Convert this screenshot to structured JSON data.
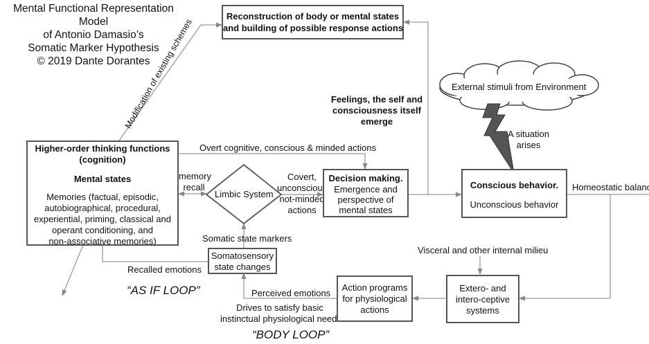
{
  "title": {
    "line1": "Mental Functional Representation Model",
    "line2": "of Antonio Damasio’s",
    "line3": "Somatic Marker Hypothesis",
    "line4": "© 2019 Dante Dorantes"
  },
  "nodes": {
    "reconstruction": {
      "line1": "Reconstruction of body or mental states",
      "line2": "and building of possible response actions"
    },
    "higher_order": {
      "title1": "Higher-order thinking functions",
      "title2": "(cognition)",
      "subtitle": "Mental states",
      "body1": "Memories (factual, episodic,",
      "body2": "autobiographical, procedural,",
      "body3": "experiential, priming, classical and",
      "body4": "operant conditioning, and",
      "body5": "non-associative memories)"
    },
    "limbic": {
      "label": "Limbic System"
    },
    "decision": {
      "title": "Decision making.",
      "body1": "Emergence and",
      "body2": "perspective of",
      "body3": "mental states"
    },
    "conscious": {
      "title": "Conscious behavior.",
      "body": "Unconscious behavior"
    },
    "somatosensory": {
      "line1": "Somatosensory",
      "line2": "state changes"
    },
    "action_programs": {
      "line1": "Action programs",
      "line2": "for physiological",
      "line3": "actions"
    },
    "extero": {
      "line1": "Extero- and",
      "line2": "intero-ceptive",
      "line3": "systems"
    },
    "cloud": {
      "label": "External stimuli from Environment"
    }
  },
  "labels": {
    "modification": "Modification of existing schemes",
    "feelings1": "Feelings, the self and",
    "feelings2": "consciousness itself",
    "feelings3": "emerge",
    "situation1": "A situation",
    "situation2": "arises",
    "overt": "Overt cognitive, conscious & minded actions",
    "memory1": "memory",
    "memory2": "recall",
    "covert1": "Covert,",
    "covert2": "unconscious,",
    "covert3": "not-minded",
    "covert4": "actions",
    "homeostatic": "Homeostatic balance",
    "somatic_markers": "Somatic state markers",
    "visceral": "Visceral and other internal milieu",
    "recalled": "Recalled emotions",
    "perceived": "Perceived emotions",
    "drives1": "Drives to satisfy basic",
    "drives2": "instinctual physiological needs",
    "as_if_loop": "“AS IF LOOP”",
    "body_loop": "“BODY LOOP”"
  }
}
